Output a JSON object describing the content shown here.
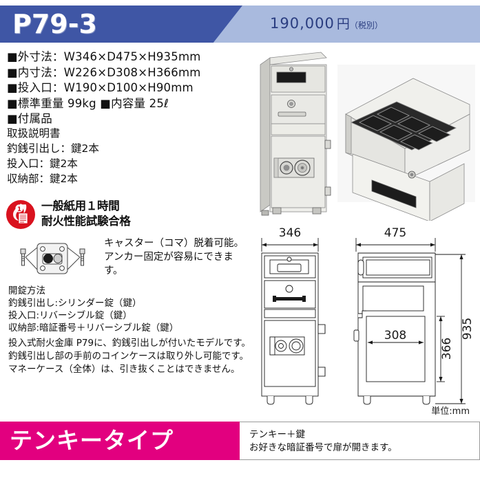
{
  "header": {
    "model_name": "P79-3",
    "price_amount": "190,000",
    "price_currency": "円",
    "price_tax_note": "（税別）"
  },
  "specs": {
    "bullet": "■",
    "lines": [
      "■外寸法：W346×D475×H935mm",
      "■内寸法：W226×D308×H366mm",
      "■投入口：W190×D100×H90mm",
      "■標準重量 99kg ■内容量 25ℓ",
      "■付属品"
    ],
    "external_dimensions": "W346×D475×H935mm",
    "internal_dimensions": "W226×D308×H366mm",
    "slot_dimensions": "W190×D100×H90mm",
    "standard_weight": "99kg",
    "capacity": "25ℓ"
  },
  "accessories": {
    "lines": [
      "取扱説明書",
      "釣銭引出し：鍵2本",
      "投入口：鍵2本",
      "収納部：鍵2本"
    ]
  },
  "fire_badge": {
    "icon_number": "1",
    "line1": "一般紙用１時間",
    "line2": "耐火性能試験合格"
  },
  "caster": {
    "text": "キャスター（コマ）脱着可能。アンカー固定が容易にできます。"
  },
  "unlock": {
    "heading": "開錠方法",
    "lines": [
      "釣銭引出し:シリンダー錠（鍵）",
      "投入口:リバーシブル錠（鍵）",
      "収納部:暗証番号＋リバーシブル錠（鍵）"
    ]
  },
  "notes": {
    "lines": [
      "投入式耐火金庫 P79に、釣銭引出しが付いたモデルです。",
      "釣銭引出し部の手前のコインケースは取り外し可能です。",
      "マネーケース（全体）は、引き抜くことはできません。"
    ]
  },
  "drawing": {
    "width_front": "346",
    "width_side": "475",
    "inner_depth": "308",
    "inner_height": "366",
    "outer_height": "935",
    "unit_label": "単位:mm"
  },
  "bottom_banner": {
    "type_label": "テンキータイプ",
    "desc_line1": "テンキー＋鍵",
    "desc_line2": "お好きな暗証番号で扉が開きます。"
  },
  "colors": {
    "header_dark_blue": "#3f56a5",
    "header_light_blue": "#a9bade",
    "price_text": "#2a3d80",
    "banner_pink": "#e2007f",
    "fire_red": "#d9121e"
  }
}
